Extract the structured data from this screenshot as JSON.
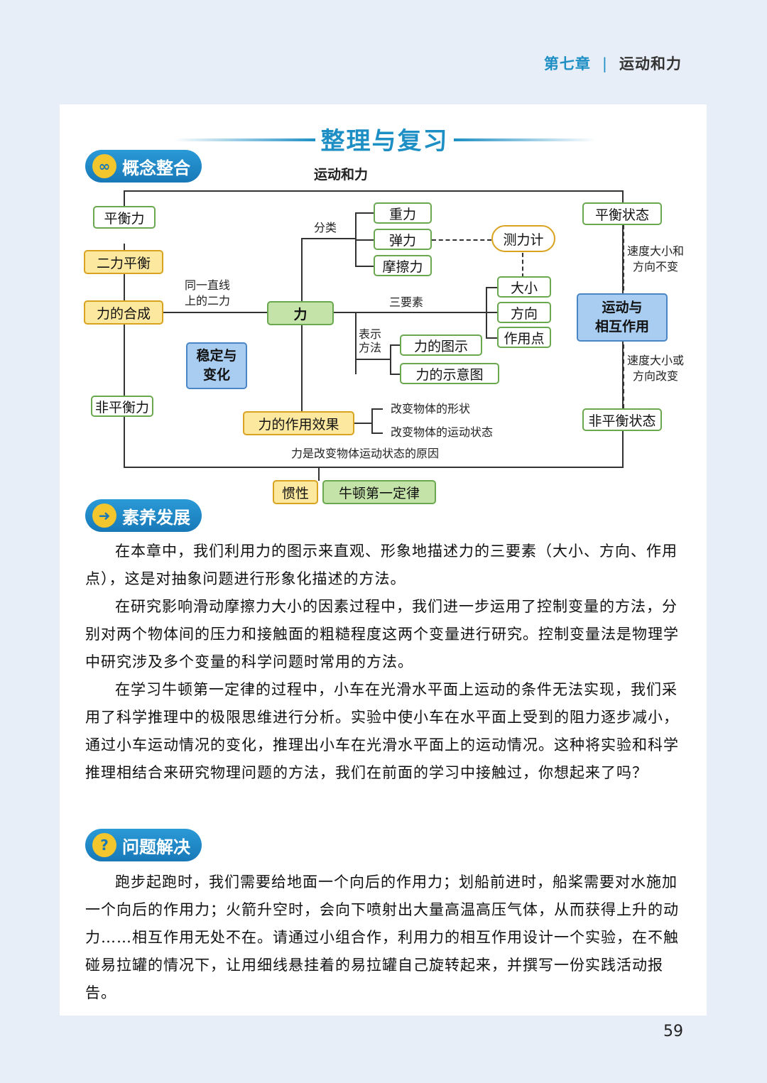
{
  "header": {
    "chapter": "第七章",
    "separator": "|",
    "title": "运动和力"
  },
  "main_title": "整理与复习",
  "sections": {
    "concept": {
      "label": "概念整合",
      "icon": "link-icon"
    },
    "literacy": {
      "label": "素养发展",
      "icon": "arrow-icon"
    },
    "problem": {
      "label": "问题解决",
      "icon": "lightbulb-icon"
    }
  },
  "concept_map": {
    "heading": "运动和力",
    "left": {
      "balance_force": "平衡力",
      "two_force": "二力平衡",
      "composition": "力的合成",
      "unbalanced_force": "非平衡力"
    },
    "same_line_label": "同一直线\n上的二力",
    "center": "力",
    "stable": "稳定与\n变化",
    "classify_label": "分类",
    "types": [
      "重力",
      "弹力",
      "摩擦力"
    ],
    "meter": "测力计",
    "three_elements_label": "三要素",
    "elements": [
      "大小",
      "方向",
      "作用点"
    ],
    "represent_label": "表示\n方法",
    "representations": [
      "力的图示",
      "力的示意图"
    ],
    "effects": "力的作用效果",
    "effect_items": [
      "改变物体的形状",
      "改变物体的运动状态"
    ],
    "cause_label": "力是改变物体运动状态的原因",
    "right": {
      "balanced_state": "平衡状态",
      "const_label": "速度大小和\n方向不变",
      "motion_interaction": "运动与\n相互作用",
      "change_label": "速度大小或\n方向改变",
      "unbalanced_state": "非平衡状态"
    },
    "bottom": {
      "inertia": "惯性",
      "newton": "牛顿第一定律"
    }
  },
  "literacy_paragraphs": [
    "在本章中，我们利用力的图示来直观、形象地描述力的三要素（大小、方向、作用点），这是对抽象问题进行形象化描述的方法。",
    "在研究影响滑动摩擦力大小的因素过程中，我们进一步运用了控制变量的方法，分别对两个物体间的压力和接触面的粗糙程度这两个变量进行研究。控制变量法是物理学中研究涉及多个变量的科学问题时常用的方法。",
    "在学习牛顿第一定律的过程中，小车在光滑水平面上运动的条件无法实现，我们采用了科学推理中的极限思维进行分析。实验中使小车在水平面上受到的阻力逐步减小，通过小车运动情况的变化，推理出小车在光滑水平面上的运动情况。这种将实验和科学推理相结合来研究物理问题的方法，我们在前面的学习中接触过，你想起来了吗？"
  ],
  "problem_paragraph": "跑步起跑时，我们需要给地面一个向后的作用力；划船前进时，船桨需要对水施加一个向后的作用力；火箭升空时，会向下喷射出大量高温高压气体，从而获得上升的动力……相互作用无处不在。请通过小组合作，利用力的相互作用设计一个实验，在不触碰易拉罐的情况下，让用细线悬挂着的易拉罐自己旋转起来，并撰写一份实践活动报告。",
  "page_number": "59",
  "colors": {
    "accent": "#1e8fc4",
    "green_border": "#6aa84f",
    "yellow_fill": "#fde8a0",
    "blue_fill": "#a9cdf0"
  }
}
